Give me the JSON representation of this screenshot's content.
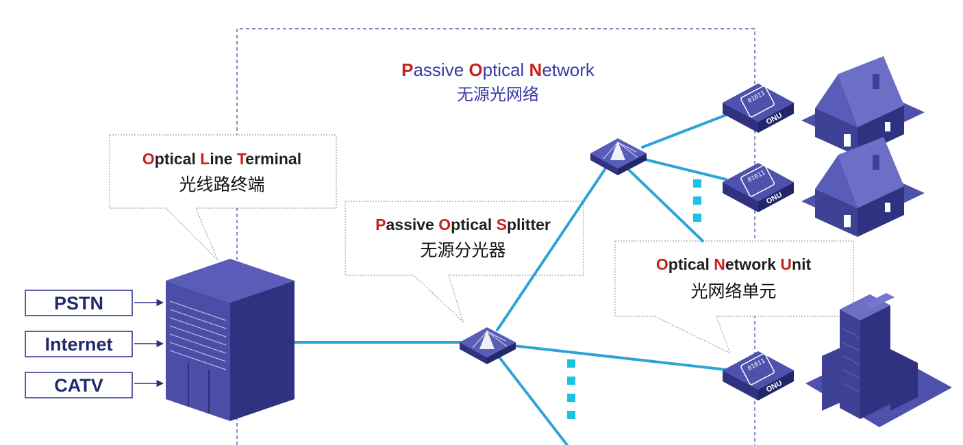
{
  "pon": {
    "en": [
      {
        "init": "P",
        "rest": "assive "
      },
      {
        "init": "O",
        "rest": "ptical "
      },
      {
        "init": "N",
        "rest": "etwork"
      }
    ],
    "zh": "无源光网络"
  },
  "olt": {
    "en": [
      {
        "init": "O",
        "rest": "ptical "
      },
      {
        "init": "L",
        "rest": "ine "
      },
      {
        "init": "T",
        "rest": "erminal"
      }
    ],
    "zh": "光线路终端"
  },
  "splitter": {
    "en": [
      {
        "init": "P",
        "rest": "assive "
      },
      {
        "init": "O",
        "rest": "ptical "
      },
      {
        "init": "S",
        "rest": "plitter"
      }
    ],
    "zh": "无源分光器"
  },
  "onu": {
    "en": [
      {
        "init": "O",
        "rest": "ptical "
      },
      {
        "init": "N",
        "rest": "etwork "
      },
      {
        "init": "U",
        "rest": "nit"
      }
    ],
    "zh": "光网络单元",
    "device_label": "ONU",
    "device_bits": "01011"
  },
  "services": [
    "PSTN",
    "Internet",
    "CATV"
  ],
  "colors": {
    "fiber": "#2ea3d8",
    "device": "#3f4294",
    "accent_initial": "#c8211b",
    "dots": "#19c3e6"
  }
}
